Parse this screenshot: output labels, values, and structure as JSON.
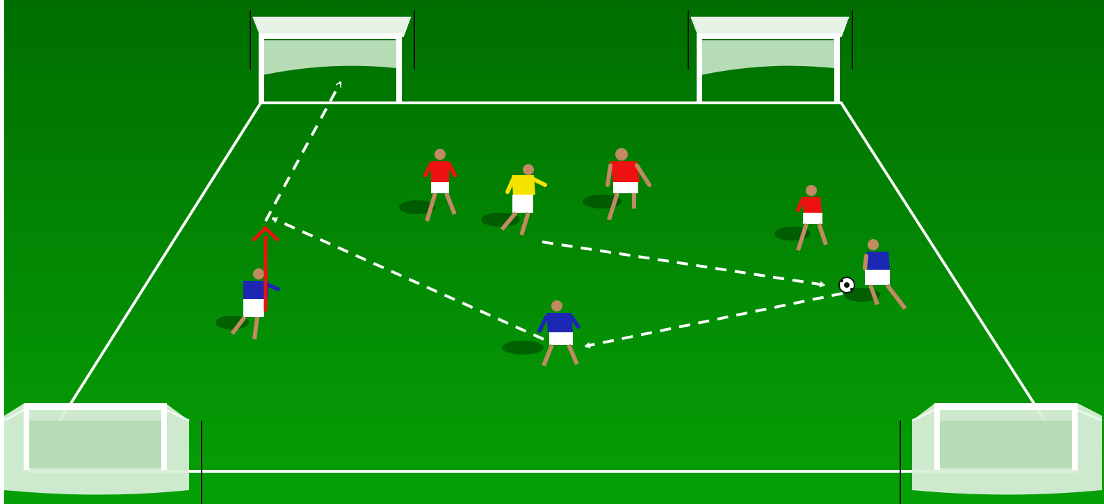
{
  "diagram": {
    "colors": {
      "grass_top": "#006e00",
      "grass_bottom": "#06a006",
      "lines": "#ffffff",
      "net": "#b6dcb6",
      "blue_team": "#1c27b4",
      "red_team": "#ee1111",
      "neutral": "#f4e400",
      "run_arrow": "#ee1111",
      "pass_arrow": "#ffffff"
    },
    "goals": [
      {
        "name": "goal-far-left"
      },
      {
        "name": "goal-far-right"
      },
      {
        "name": "goal-near-left"
      },
      {
        "name": "goal-near-right"
      }
    ],
    "players": [
      {
        "name": "player-red-1",
        "team": "red"
      },
      {
        "name": "player-yellow-neutral",
        "team": "neutral"
      },
      {
        "name": "player-red-2",
        "team": "red"
      },
      {
        "name": "player-red-3",
        "team": "red"
      },
      {
        "name": "player-blue-runner",
        "team": "blue"
      },
      {
        "name": "player-blue-center",
        "team": "blue"
      },
      {
        "name": "player-blue-ball-carrier",
        "team": "blue"
      }
    ],
    "arrows": [
      {
        "name": "pass-arrow-to-center",
        "style": "dashed",
        "meaning": "pass"
      },
      {
        "name": "pass-arrow-to-space",
        "style": "dashed",
        "meaning": "pass"
      },
      {
        "name": "shot-arrow-to-goal",
        "style": "dashed",
        "meaning": "shot"
      },
      {
        "name": "pass-arrow-from-yellow",
        "style": "dashed",
        "meaning": "pass"
      },
      {
        "name": "run-arrow",
        "style": "solid",
        "meaning": "run"
      }
    ],
    "ball": {
      "name": "soccer-ball-icon"
    }
  }
}
